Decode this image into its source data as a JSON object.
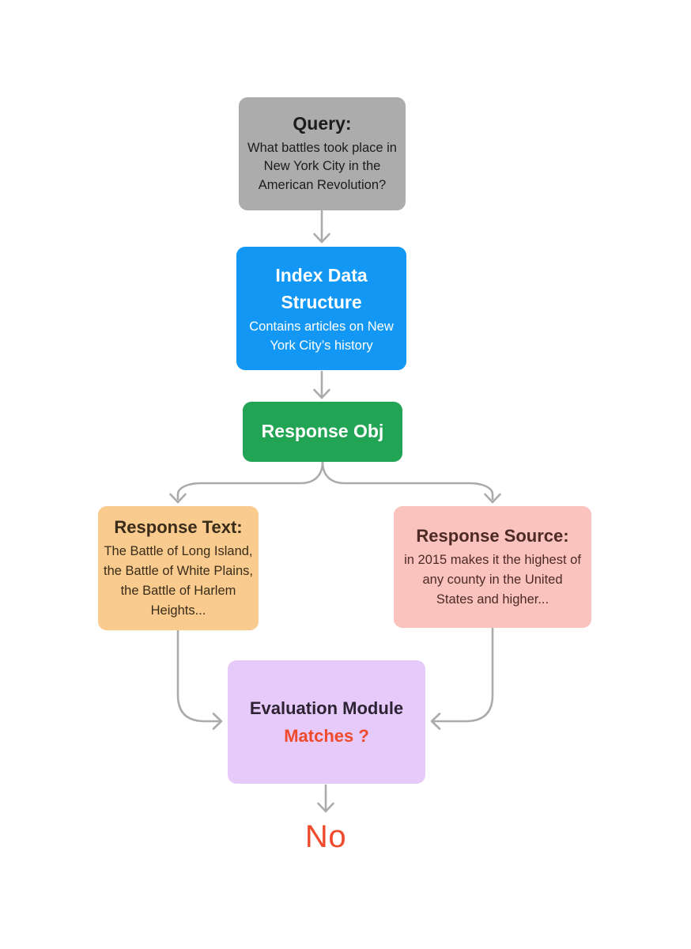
{
  "flowchart": {
    "arrow_color": "#ABABAB",
    "nodes": {
      "query": {
        "title": "Query:",
        "body": "What battles took place in New York City in the American Revolution?",
        "bg": "#ACACAC",
        "text": "#1C1C1E"
      },
      "index_data_structure": {
        "title": "Index Data Structure",
        "body": "Contains articles on New York City’s history",
        "bg": "#1297F4",
        "text": "#FFFFFF"
      },
      "response_obj": {
        "title": "Response Obj",
        "bg": "#21A453",
        "text": "#FFFFFF"
      },
      "response_text": {
        "title": "Response Text:",
        "body": "The Battle of Long Island, the Battle of White Plains, the Battle of Harlem Heights...",
        "bg": "#F9CB8E",
        "text": "#3A2C1A"
      },
      "response_source": {
        "title": "Response Source:",
        "body": "in 2015 makes it the highest of any county in the United States and higher...",
        "bg": "#FAC3BD",
        "text": "#4D2A26"
      },
      "evaluation_module": {
        "title": "Evaluation Module",
        "subtitle": "Matches ?",
        "bg": "#E6CBFA",
        "text": "#2D2333",
        "subtitle_color": "#EF4A2B"
      },
      "result": {
        "label": "No",
        "color": "#EF4A2B"
      }
    }
  }
}
